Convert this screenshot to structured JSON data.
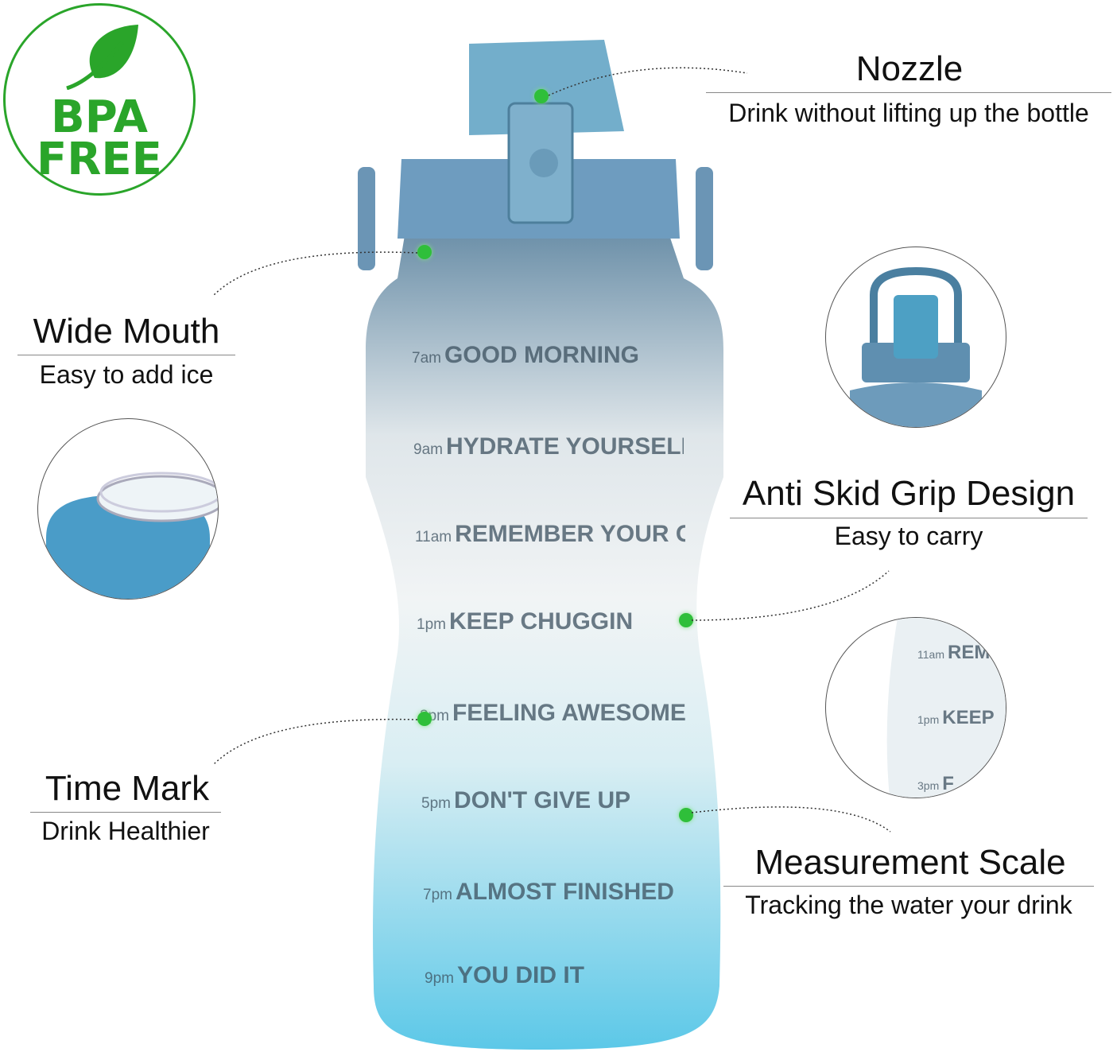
{
  "badge": {
    "line1": "BPA",
    "line2": "FREE"
  },
  "features": {
    "nozzle": {
      "title": "Nozzle",
      "subtitle": "Drink without lifting up the bottle"
    },
    "wide_mouth": {
      "title": "Wide Mouth",
      "subtitle": "Easy to add ice"
    },
    "grip": {
      "title": "Anti Skid Grip Design",
      "subtitle": "Easy to carry"
    },
    "time_mark": {
      "title": "Time Mark",
      "subtitle": "Drink Healthier"
    },
    "scale": {
      "title": "Measurement Scale",
      "subtitle": "Tracking the water your drink"
    }
  },
  "bottle_marks": [
    {
      "time": "7am",
      "text": "GOOD MORNING"
    },
    {
      "time": "9am",
      "text": "HYDRATE YOURSELF"
    },
    {
      "time": "11am",
      "text": "REMEMBER YOUR GOAL"
    },
    {
      "time": "1pm",
      "text": "KEEP CHUGGIN"
    },
    {
      "time": "3pm",
      "text": "FEELING AWESOME"
    },
    {
      "time": "5pm",
      "text": "DON'T GIVE UP"
    },
    {
      "time": "7pm",
      "text": "ALMOST FINISHED"
    },
    {
      "time": "9pm",
      "text": "YOU DID IT"
    }
  ],
  "inset_marks": [
    {
      "time": "11am",
      "text": "REM"
    },
    {
      "time": "1pm",
      "text": "KEEP"
    },
    {
      "time": "3pm",
      "text": "F"
    }
  ],
  "colors": {
    "green": "#2aa52a",
    "bottle_top": "#6b8fa8",
    "bottle_bottom": "#5cc8e8"
  }
}
